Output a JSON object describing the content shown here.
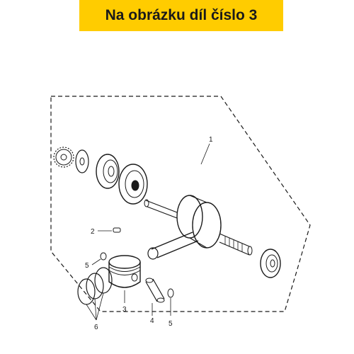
{
  "banner": {
    "text": "Na obrázku díl číslo 3",
    "background": "#ffcc00"
  },
  "diagram": {
    "parts": [
      {
        "number": "1",
        "name": "crankshaft-assembly"
      },
      {
        "number": "2",
        "name": "pin"
      },
      {
        "number": "3",
        "name": "piston"
      },
      {
        "number": "4",
        "name": "piston-pin"
      },
      {
        "number": "5",
        "name": "circlip"
      },
      {
        "number": "5",
        "name": "circlip"
      },
      {
        "number": "6",
        "name": "piston-ring-set"
      }
    ],
    "line_color": "#1a1a1a"
  }
}
